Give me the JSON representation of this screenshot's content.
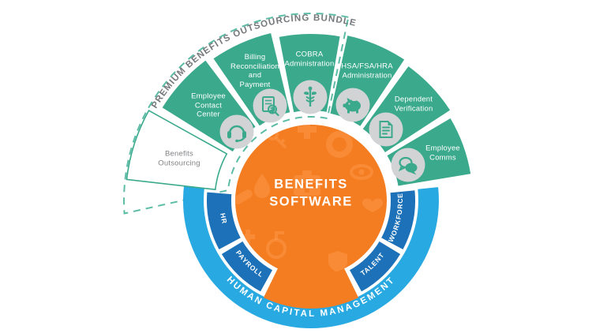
{
  "diagram": {
    "center_label": "BENEFITS\nSOFTWARE",
    "premium_arc_label": "PREMIUM BENEFITS OUTSOURCING BUNDLE",
    "hcm_arc_label": "HUMAN CAPITAL MANAGEMENT",
    "outsourcing_segment": {
      "label": "Benefits\nOutsourcing"
    },
    "teal_segments": [
      {
        "label": "Employee\nContact\nCenter",
        "icon": "headset-icon"
      },
      {
        "label": "Billing\nReconciliation\nand\nPayment",
        "icon": "invoice-magnifier-icon"
      },
      {
        "label": "COBRA\nAdministration",
        "icon": "caduceus-icon"
      },
      {
        "label": "HSA/FSA/HRA\nAdministration",
        "icon": "piggy-bank-icon"
      },
      {
        "label": "Dependent\nVerification",
        "icon": "document-checklist-icon"
      },
      {
        "label": "Employee\nComms",
        "icon": "speech-bubbles-icon"
      }
    ],
    "hcm_segments": [
      {
        "label": "HR"
      },
      {
        "label": "PAYROLL"
      },
      {
        "label": "TALENT"
      },
      {
        "label": "WORKFORCE"
      }
    ],
    "colors": {
      "teal": "#3AA98C",
      "teal_dash": "#5CBCA6",
      "orange": "#F47D21",
      "orange_pattern": "#FF9D52",
      "light_blue": "#29A9E1",
      "dark_blue": "#1D71B8",
      "grey_circle": "#D2D3D4",
      "grey_text": "#808285",
      "premium_text": "#75787B"
    }
  }
}
